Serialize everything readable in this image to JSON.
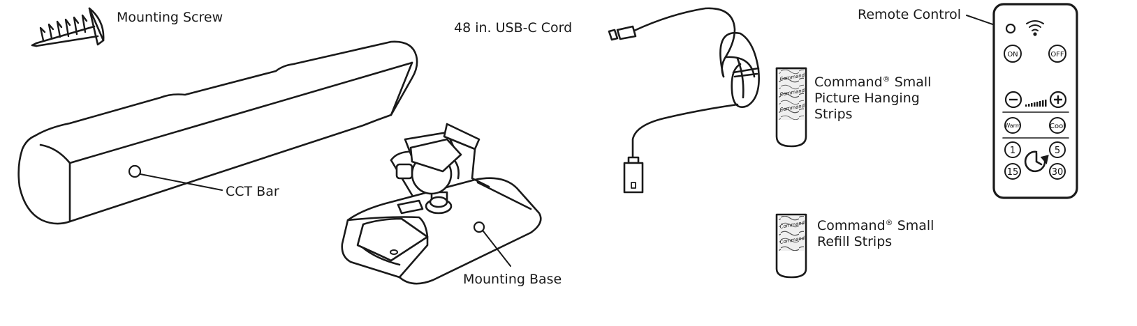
{
  "labels": {
    "screw": "Mounting Screw",
    "cord": "48 in. USB-C Cord",
    "remote": "Remote Control",
    "bar": "CCT Bar",
    "base": "Mounting Base",
    "strips_brand": "Command",
    "strips_hanging_1": " Small",
    "strips_hanging_2": "Picture Hanging",
    "strips_hanging_3": "Strips",
    "strips_refill_1": " Small",
    "strips_refill_2": "Refill Strips"
  },
  "remote": {
    "on": "ON",
    "off": "OFF",
    "warm": "Warm",
    "cool": "Cool",
    "t1": "1",
    "t5": "5",
    "t15": "15",
    "t30": "30"
  },
  "strip_print": "Command",
  "icons": [
    "wifi-icon",
    "minus-icon",
    "plus-icon",
    "brightness-bars-icon",
    "clock-timer-icon"
  ],
  "colors": {
    "line": "#1a1a1a",
    "background": "#ffffff"
  }
}
